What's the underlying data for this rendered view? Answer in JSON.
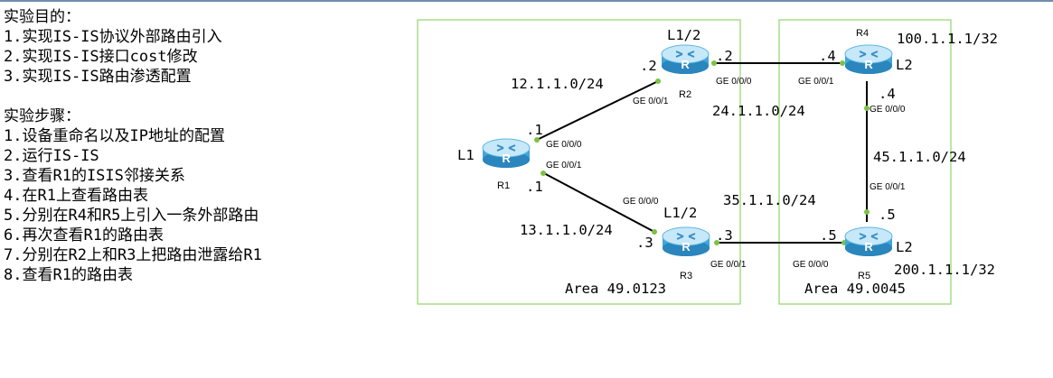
{
  "objectives": {
    "heading": "实验目的：",
    "items": [
      "1.实现IS-IS协议外部路由引入",
      "2.实现IS-IS接口cost修改",
      "3.实现IS-IS路由渗透配置"
    ]
  },
  "steps": {
    "heading": "实验步骤：",
    "items": [
      "1.设备重命名以及IP地址的配置",
      "2.运行IS-IS",
      "3.查看R1的ISIS邻接关系",
      "4.在R1上查看路由表",
      "5.分别在R4和R5上引入一条外部路由",
      "6.再次查看R1的路由表",
      "7.分别在R2上和R3上把路由泄露给R1",
      "8.查看R1的路由表"
    ]
  },
  "colors": {
    "area_border": "#8fd66a",
    "endpoint_dot": "#7cc242",
    "router_body": "#3ea6dc",
    "router_top": "#c6e8f8"
  },
  "areas": [
    {
      "label": "Area 49.0123"
    },
    {
      "label": "Area 49.0045"
    }
  ],
  "routers": [
    {
      "id": "R1",
      "name": "R1",
      "level": "L1",
      "icon": "router-icon"
    },
    {
      "id": "R2",
      "name": "R2",
      "level": "L1/2",
      "icon": "router-icon"
    },
    {
      "id": "R3",
      "name": "R3",
      "level": "L1/2",
      "icon": "router-icon"
    },
    {
      "id": "R4",
      "name": "R4",
      "level": "L2",
      "icon": "router-icon"
    },
    {
      "id": "R5",
      "name": "R5",
      "level": "L2",
      "icon": "router-icon"
    }
  ],
  "networks": {
    "r1_r2": "12.1.1.0/24",
    "r1_r3": "13.1.1.0/24",
    "r2_r4": "24.1.1.0/24",
    "r3_r5": "35.1.1.0/24",
    "r4_r5": "45.1.1.0/24"
  },
  "loopbacks": {
    "r4": "100.1.1.1/32",
    "r5": "200.1.1.1/32"
  },
  "host_ids": {
    "r1_to_r2": ".1",
    "r2_to_r1": ".2",
    "r1_to_r3": ".1",
    "r3_to_r1": ".3",
    "r2_to_r4": ".2",
    "r4_to_r2": ".4",
    "r3_to_r5": ".3",
    "r5_to_r3": ".5",
    "r4_to_r5": ".4",
    "r5_to_r4": ".5"
  },
  "interfaces": {
    "r1_to_r2": "GE 0/0/0",
    "r1_to_r3": "GE 0/0/1",
    "r2_to_r1": "GE 0/0/1",
    "r2_to_r4": "GE 0/0/0",
    "r3_to_r1": "GE 0/0/0",
    "r3_to_r5": "GE 0/0/1",
    "r4_to_r2": "GE 0/0/1",
    "r4_to_r5": "GE 0/0/0",
    "r5_to_r3": "GE 0/0/0",
    "r5_to_r4": "GE 0/0/1"
  }
}
